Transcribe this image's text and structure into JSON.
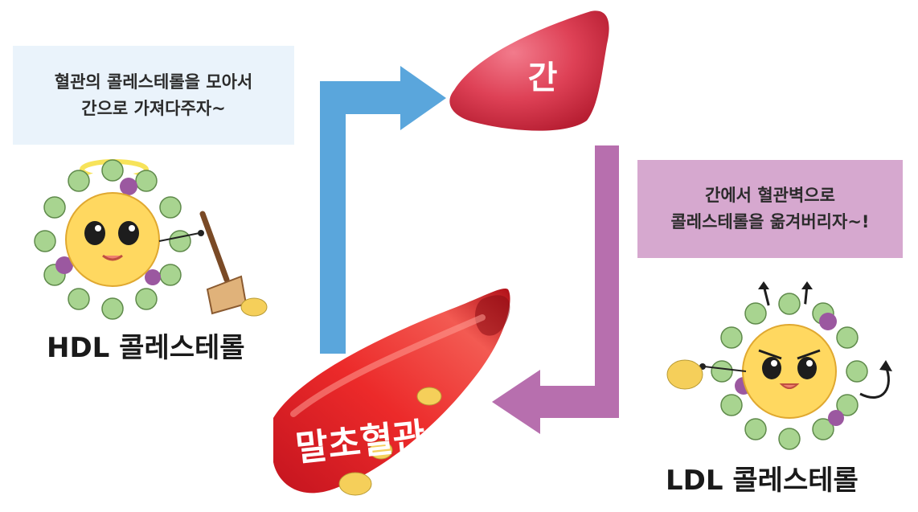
{
  "hdl": {
    "speech": "혈관의 콜레스테롤을 모아서\n간으로 가져다주자~",
    "caption": "HDL 콜레스테롤"
  },
  "ldl": {
    "speech": "간에서 혈관벽으로\n콜레스테롤을 옮겨버리자~!",
    "caption": "LDL 콜레스테롤"
  },
  "liver": {
    "label": "간"
  },
  "vessel": {
    "label": "말초혈관"
  },
  "colors": {
    "hdl_arrow": "#5aa6dc",
    "ldl_arrow": "#b76fae",
    "liver": "#d8384a",
    "vessel": "#e3232c",
    "particle_shell": "#a8d490",
    "particle_body": "#ffd860"
  }
}
